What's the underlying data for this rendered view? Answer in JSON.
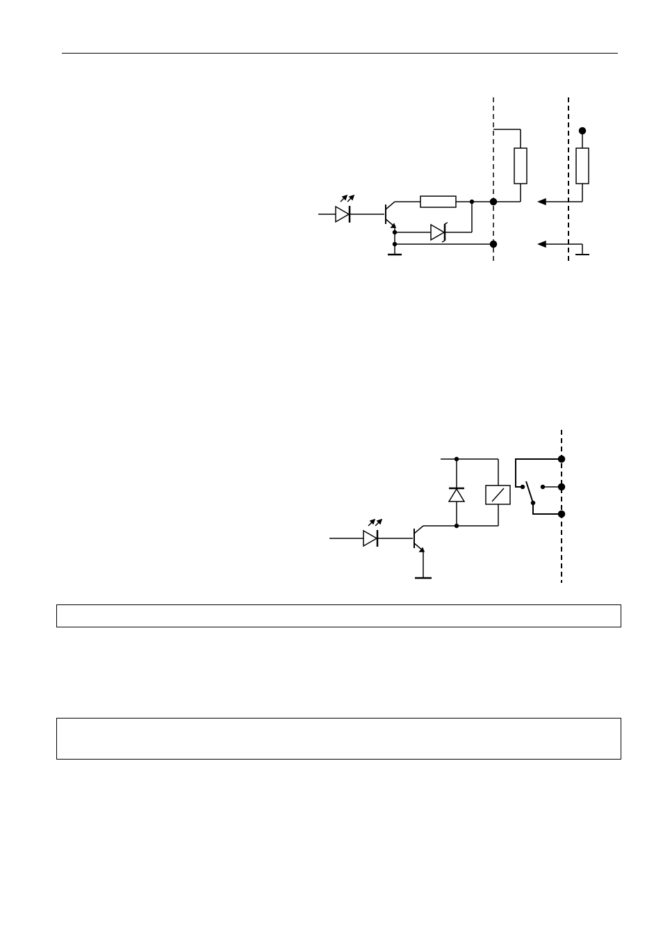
{
  "page": {
    "header_rule": true
  },
  "figures": [
    {
      "id": "open-collector-output",
      "components": [
        "photodiode-led",
        "npn-transistor",
        "resistor",
        "zener-diode",
        "pull-up-resistor",
        "terminal",
        "ground"
      ]
    },
    {
      "id": "relay-output",
      "components": [
        "photodiode-led",
        "npn-transistor",
        "flyback-diode",
        "relay-coil",
        "changeover-contact",
        "terminal",
        "ground"
      ]
    }
  ],
  "notes": [
    {
      "text": ""
    },
    {
      "text": ""
    }
  ],
  "colors": {
    "ink": "#000000",
    "paper": "#ffffff"
  }
}
